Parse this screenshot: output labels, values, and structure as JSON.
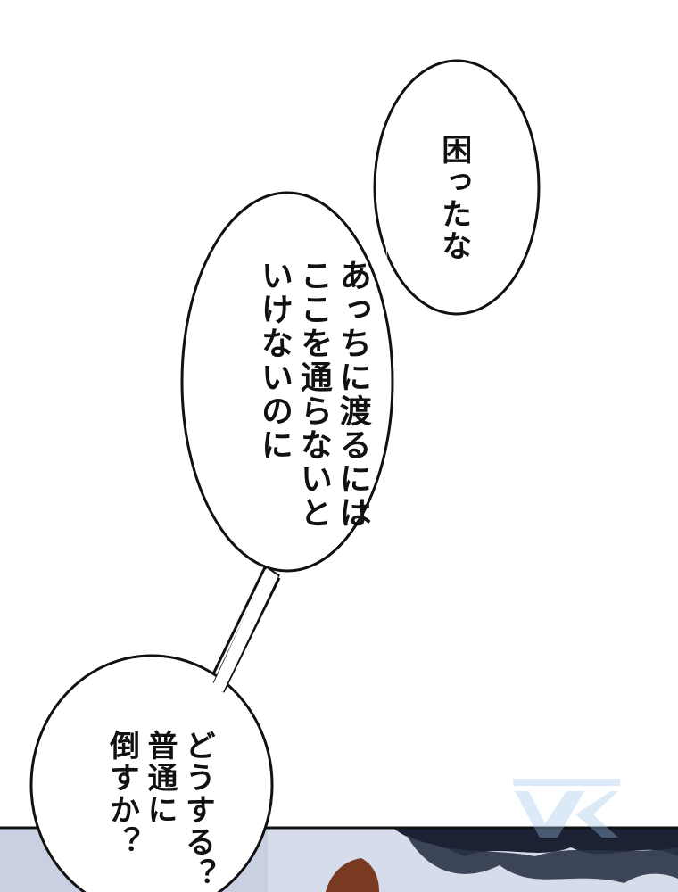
{
  "panel": {
    "type": "manga-page",
    "background_color": "#ffffff",
    "lower_panel_colors": {
      "sky": "#c8d0e2",
      "foliage": "#1c2233",
      "hair": "#7a3a22"
    }
  },
  "bubbles": [
    {
      "id": "bubble-1",
      "lines": [
        "困ったな"
      ]
    },
    {
      "id": "bubble-2",
      "lines": [
        "あっちに渡るには",
        "ここを通らないと",
        "いけないのに"
      ]
    },
    {
      "id": "bubble-3",
      "lines": [
        "どうする？",
        "普通に",
        "倒すか？"
      ]
    }
  ],
  "watermark": {
    "logo": "VK-logo"
  }
}
